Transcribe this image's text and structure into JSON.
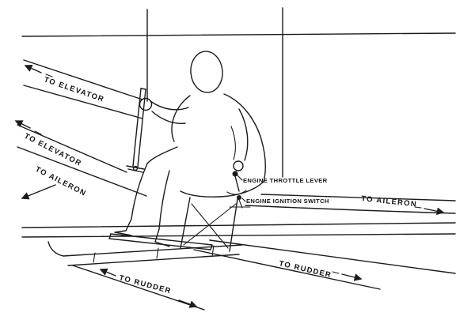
{
  "diagram": {
    "labels": {
      "to_elevator_upper": "TO ELEVATOR",
      "to_elevator_lower": "TO ELEVATOR",
      "to_aileron_left": "TO AILERON",
      "to_aileron_right": "TO AILERON",
      "to_rudder_left": "TO RUDDER",
      "to_rudder_right": "TO RUDDER",
      "engine_throttle_lever": "ENGINE THROTTLE LEVER",
      "engine_ignition_switch": "ENGINE IGNITION SWITCH"
    },
    "colors": {
      "ink": "#1b1b1b",
      "background": "#ffffff"
    }
  }
}
